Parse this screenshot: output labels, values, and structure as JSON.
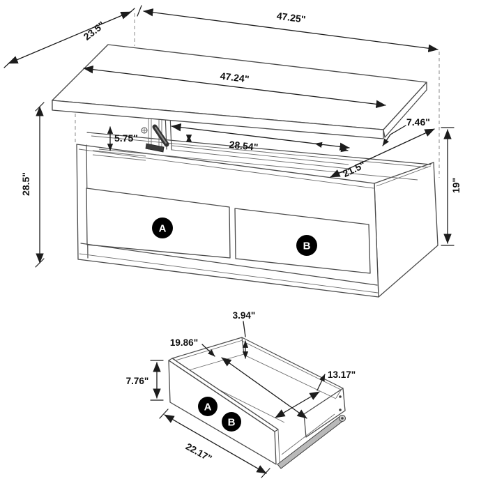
{
  "diagram": {
    "type": "furniture-dimension-drawing",
    "views": [
      "lift-top-coffee-table",
      "storage-drawer"
    ]
  },
  "upper": {
    "width_overall": "47.25\"",
    "depth": "23.5\"",
    "tabletop_width": "47.24\"",
    "rear_clearance": "7.46\"",
    "lift_height": "5.75\"",
    "inner_width": "28.54\"",
    "inner_depth": "21.5\"",
    "total_height": "28.5\"",
    "base_height": "19\"",
    "drawer_a": "A",
    "drawer_b": "B"
  },
  "lower": {
    "side_height": "3.94\"",
    "inner_length": "19.86\"",
    "inner_depth": "13.17\"",
    "front_height": "7.76\"",
    "front_width": "22.17\"",
    "drawer_a": "A",
    "drawer_b": "B"
  },
  "colors": {
    "line": "#4a4a4a",
    "dimension": "#1c1c1c",
    "background": "#ffffff",
    "badge_bg": "#000000",
    "badge_text": "#ffffff"
  }
}
